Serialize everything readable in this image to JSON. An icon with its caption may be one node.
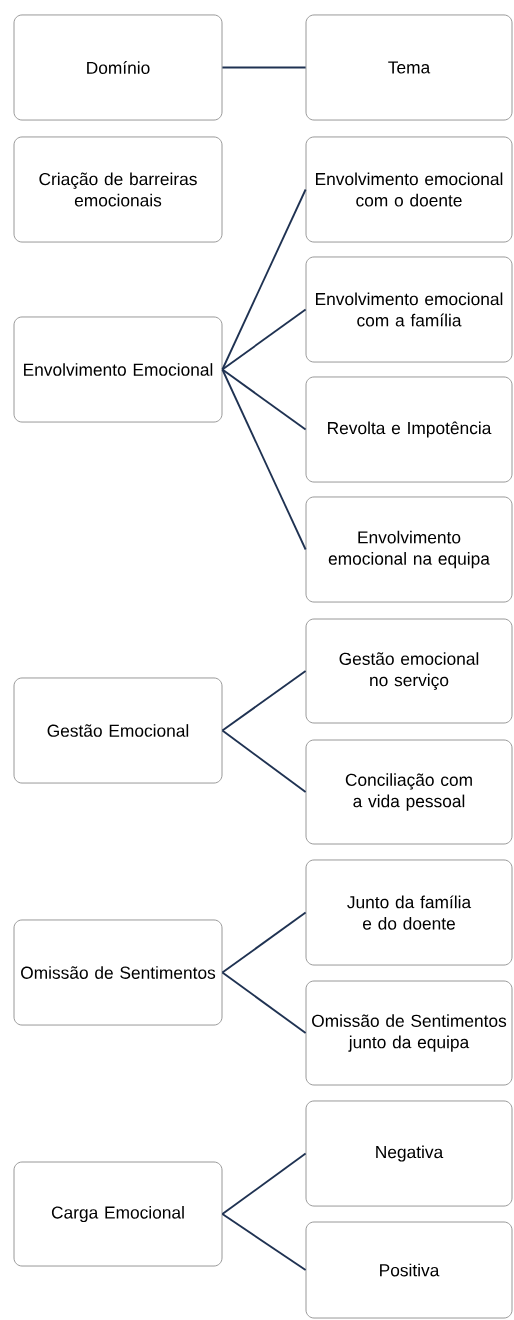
{
  "diagram": {
    "nodes": [
      {
        "text": [
          "Domínio"
        ]
      },
      {
        "text": [
          "Tema"
        ]
      },
      {
        "text": [
          "Criação de barreiras emocionais"
        ]
      },
      {
        "text": [
          "Envolvimento emocional com o doente"
        ]
      },
      {
        "text": [
          "Envolvimento Emocional"
        ]
      },
      {
        "text": [
          "Envolvimento emocional com a família"
        ]
      },
      {
        "text": [
          "Revolta e Impotência"
        ]
      },
      {
        "text": [
          "Envolvimento emocional na equipa"
        ]
      },
      {
        "text": [
          "Gestão emocional no serviço"
        ]
      },
      {
        "text": [
          "Gestão Emocional"
        ]
      },
      {
        "text": [
          "Conciliação com a vida pessoal"
        ]
      },
      {
        "text": [
          "Junto da família e do doente"
        ]
      },
      {
        "text": [
          "Omissão de Sentimentos"
        ]
      },
      {
        "text": [
          "Omissão de Sentimentos junto da equipa"
        ]
      },
      {
        "text": [
          "Negativa"
        ]
      },
      {
        "text": [
          "Carga Emocional"
        ]
      },
      {
        "text": [
          "Positiva"
        ]
      }
    ],
    "edges": [
      {
        "from": 0,
        "to": 1,
        "arrow": "none"
      },
      {
        "from": 4,
        "to": 3,
        "arrow": "none"
      },
      {
        "from": 4,
        "to": 5,
        "arrow": "none"
      },
      {
        "from": 4,
        "to": 6,
        "arrow": "none"
      },
      {
        "from": 4,
        "to": 7,
        "arrow": "none"
      },
      {
        "from": 9,
        "to": 8,
        "arrow": "none"
      },
      {
        "from": 9,
        "to": 10,
        "arrow": "none"
      },
      {
        "from": 12,
        "to": 11,
        "arrow": "none"
      },
      {
        "from": 12,
        "to": 13,
        "arrow": "none"
      },
      {
        "from": 15,
        "to": 14,
        "arrow": "none"
      },
      {
        "from": 15,
        "to": 16,
        "arrow": "none"
      }
    ]
  }
}
